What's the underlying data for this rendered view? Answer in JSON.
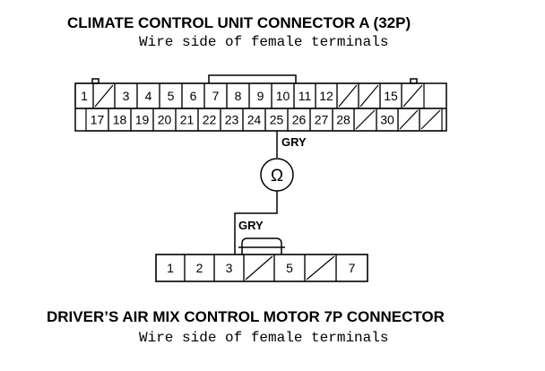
{
  "connector_a": {
    "title": "CLIMATE CONTROL UNIT CONNECTOR A (32P)",
    "subtitle": "Wire side of female terminals",
    "row1": [
      "1",
      "",
      "3",
      "4",
      "5",
      "6",
      "7",
      "8",
      "9",
      "10",
      "11",
      "12",
      "",
      "",
      "15",
      ""
    ],
    "row2": [
      "17",
      "18",
      "19",
      "20",
      "21",
      "22",
      "23",
      "24",
      "25",
      "26",
      "27",
      "28",
      "",
      "30",
      "",
      ""
    ]
  },
  "wire_upper_color": "GRY",
  "ohmmeter_symbol": "Ω",
  "wire_lower_color": "GRY",
  "connector_b": {
    "title": "DRIVER’S AIR MIX CONTROL MOTOR 7P CONNECTOR",
    "subtitle": "Wire side of female terminals",
    "cells": [
      "1",
      "2",
      "3",
      "",
      "5",
      "",
      "7"
    ]
  }
}
